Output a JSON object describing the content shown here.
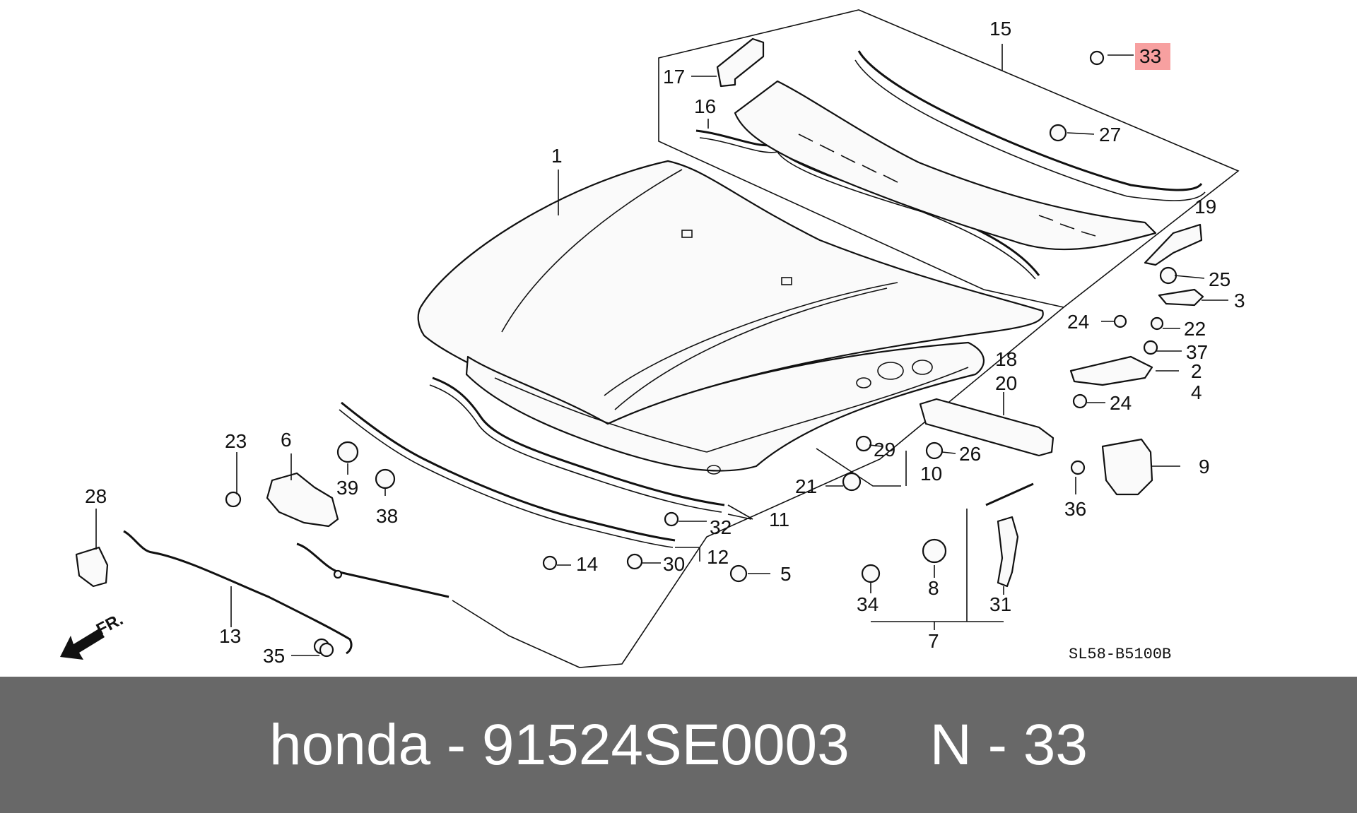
{
  "diagram": {
    "reference_code": "SL58-B5100B",
    "front_marker": "FR.",
    "highlight_color": "#f7a0a0",
    "callouts": [
      {
        "label": "1"
      },
      {
        "label": "2"
      },
      {
        "label": "3"
      },
      {
        "label": "4"
      },
      {
        "label": "5"
      },
      {
        "label": "6"
      },
      {
        "label": "7"
      },
      {
        "label": "8"
      },
      {
        "label": "9"
      },
      {
        "label": "10"
      },
      {
        "label": "11"
      },
      {
        "label": "12"
      },
      {
        "label": "13"
      },
      {
        "label": "14"
      },
      {
        "label": "15"
      },
      {
        "label": "16"
      },
      {
        "label": "17"
      },
      {
        "label": "18"
      },
      {
        "label": "19"
      },
      {
        "label": "20"
      },
      {
        "label": "21"
      },
      {
        "label": "22"
      },
      {
        "label": "23"
      },
      {
        "label": "24"
      },
      {
        "label": "24"
      },
      {
        "label": "25"
      },
      {
        "label": "26"
      },
      {
        "label": "27"
      },
      {
        "label": "28"
      },
      {
        "label": "29"
      },
      {
        "label": "30"
      },
      {
        "label": "31"
      },
      {
        "label": "32"
      },
      {
        "label": "33",
        "highlighted": true
      },
      {
        "label": "34"
      },
      {
        "label": "35"
      },
      {
        "label": "36"
      },
      {
        "label": "37"
      },
      {
        "label": "38"
      },
      {
        "label": "39"
      }
    ]
  },
  "caption": {
    "text": "honda - 91524SE0003     N - 33"
  }
}
